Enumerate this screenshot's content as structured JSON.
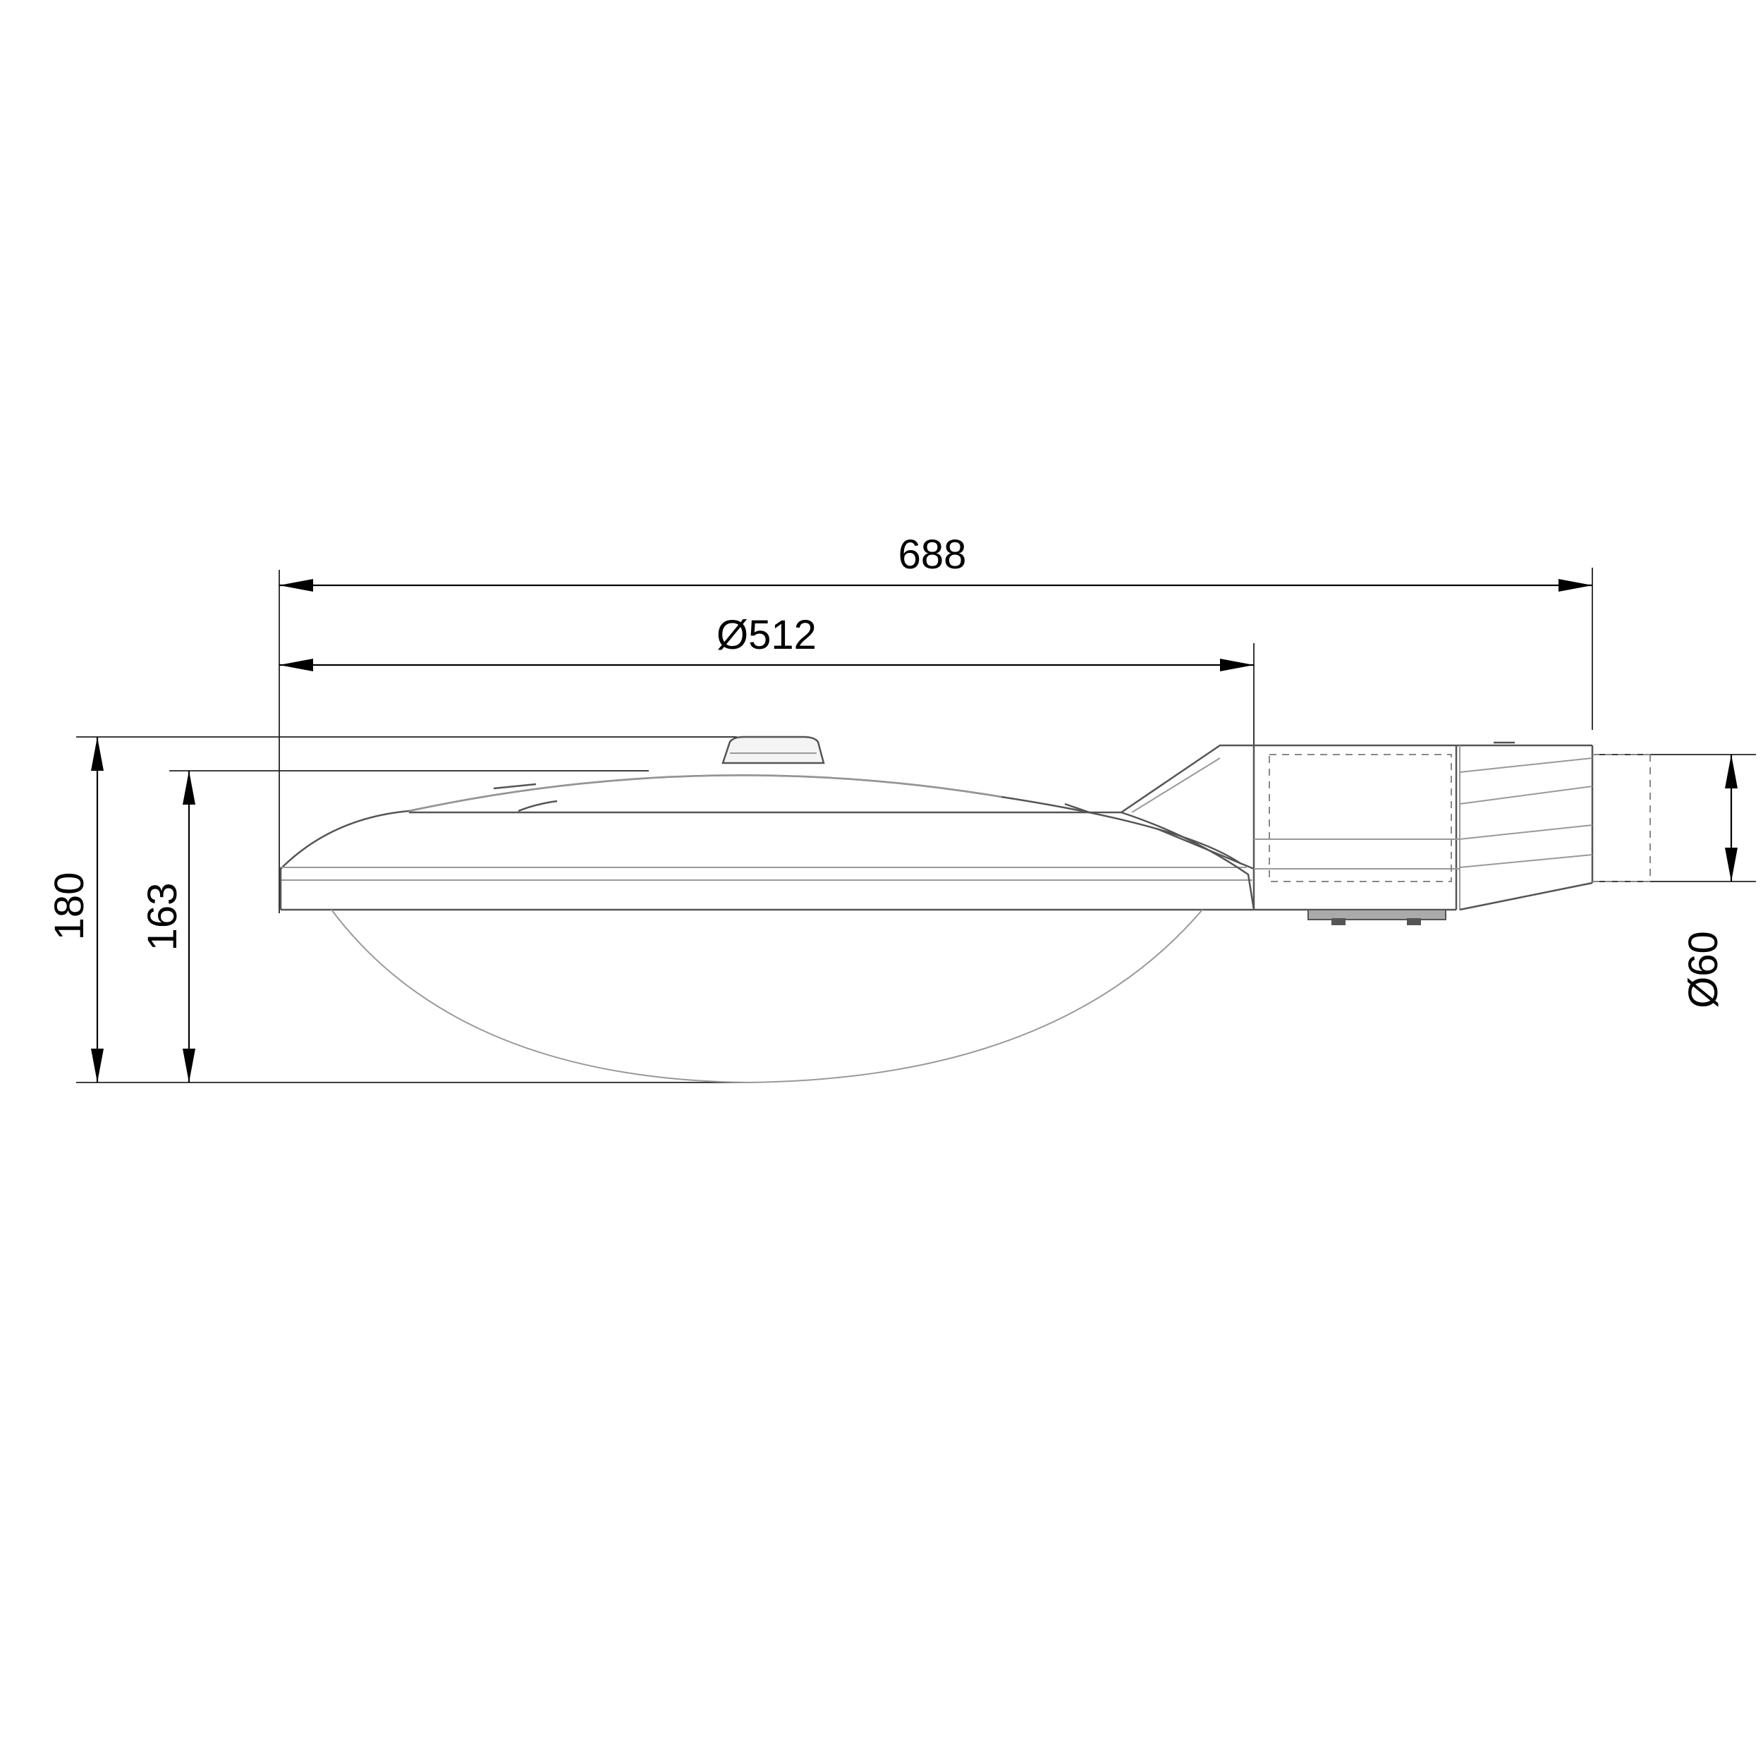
{
  "drawing": {
    "dimensions": {
      "overall_length": "688",
      "housing_diameter": "Ø512",
      "overall_height": "180",
      "housing_height": "163",
      "spigot_diameter": "Ø60"
    },
    "colors": {
      "dimension_lines": "#000000",
      "outline": "#555555",
      "hidden_lines": "#888888",
      "background": "#ffffff"
    }
  }
}
